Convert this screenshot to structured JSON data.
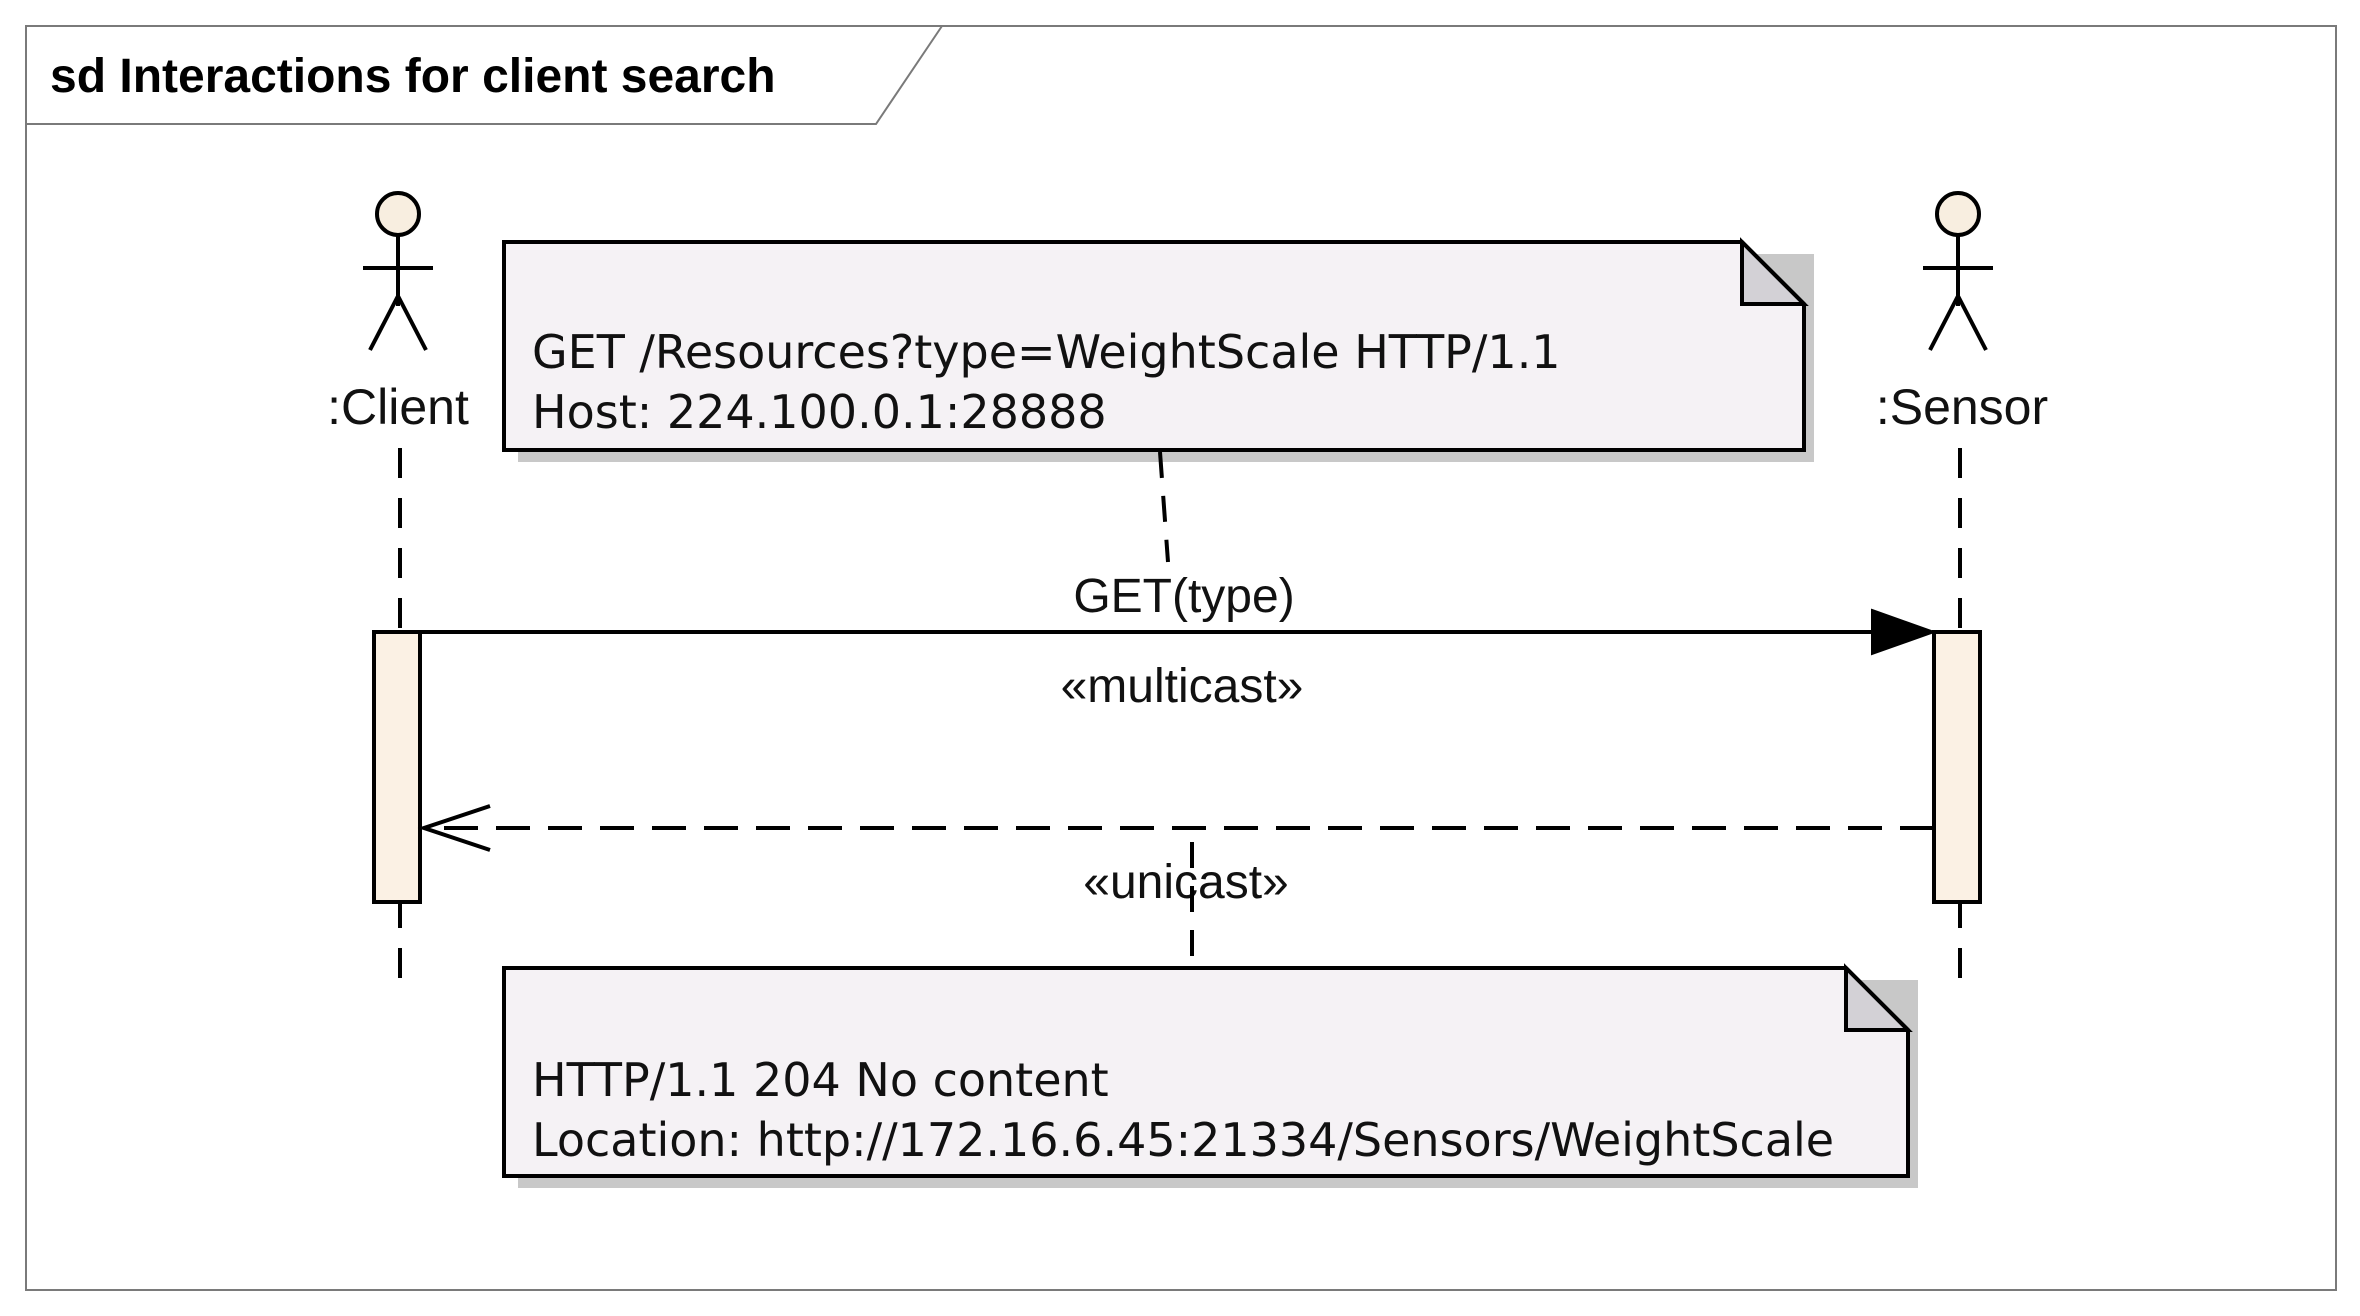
{
  "frame": {
    "title": "sd Interactions for client search"
  },
  "lifelines": [
    {
      "id": "client",
      "label": ":Client",
      "kind": "actor"
    },
    {
      "id": "sensor",
      "label": ":Sensor",
      "kind": "actor"
    }
  ],
  "messages": [
    {
      "from": "client",
      "to": "sensor",
      "label": "GET(type)",
      "stereotype": "«multicast»",
      "style": "synchronous"
    },
    {
      "from": "sensor",
      "to": "client",
      "label": "",
      "stereotype": "«unicast»",
      "style": "reply"
    }
  ],
  "notes": [
    {
      "lines": [
        "GET /Resources?type=WeightScale HTTP/1.1",
        "Host: 224.100.0.1:28888"
      ]
    },
    {
      "lines": [
        "HTTP/1.1 204 No content",
        "Location: http://172.16.6.45:21334/Sensors/WeightScale"
      ]
    }
  ],
  "colors": {
    "actor_fill": "#f8eee0",
    "activation_fill": "#fbf1e4",
    "note_fill": "#f5f2f5",
    "note_fold": "#d3d1d6",
    "note_shadow": "#c8c8c8",
    "frame_stroke": "#7a7a7a",
    "line": "#000000"
  }
}
